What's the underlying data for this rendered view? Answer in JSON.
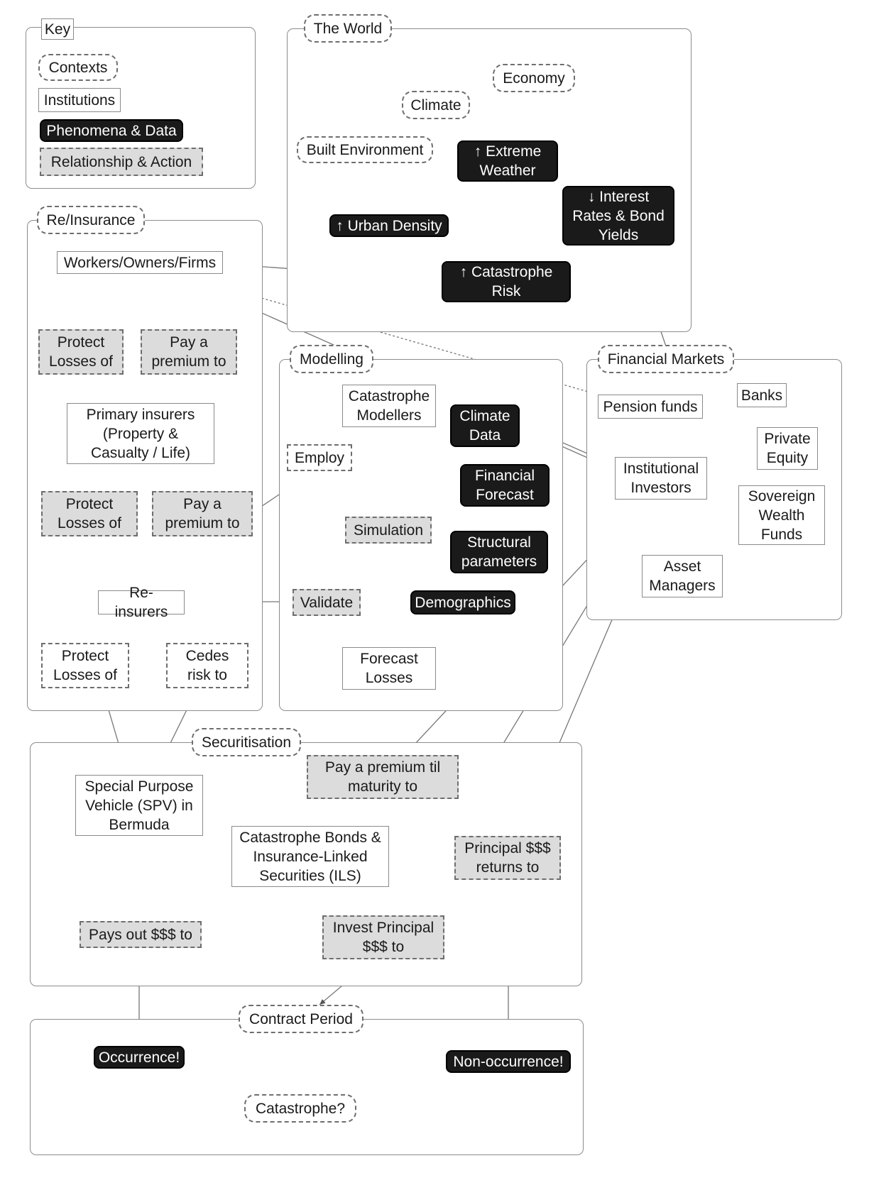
{
  "key": {
    "title": "Key",
    "contexts": "Contexts",
    "institutions": "Institutions",
    "phenomena": "Phenomena & Data",
    "relationship": "Relationship & Action"
  },
  "world": {
    "title": "The World",
    "economy": "Economy",
    "climate": "Climate",
    "built_environment": "Built Environment",
    "extreme_weather": "↑ Extreme\nWeather",
    "urban_density": "↑ Urban Density",
    "interest_rates": "↓ Interest\nRates & Bond\nYields",
    "catastrophe_risk": "↑ Catastrophe\nRisk"
  },
  "reinsurance": {
    "title": "Re/Insurance",
    "workers": "Workers/Owners/Firms",
    "protect_losses_1": "Protect\nLosses of",
    "pay_premium_1": "Pay a\npremium to",
    "primary_insurers": "Primary insurers\n(Property &\nCasualty / Life)",
    "protect_losses_2": "Protect\nLosses of",
    "pay_premium_2": "Pay a\npremium to",
    "reinsurers": "Re-insurers",
    "protect_losses_3": "Protect\nLosses of",
    "cedes_risk": "Cedes\nrisk to"
  },
  "modelling": {
    "title": "Modelling",
    "cat_modellers": "Catastrophe\nModellers",
    "climate_data": "Climate\nData",
    "employ": "Employ",
    "financial_forecast": "Financial\nForecast",
    "simulation": "Simulation",
    "structural": "Structural\nparameters",
    "validate": "Validate",
    "demographics": "Demographics",
    "forecast_losses": "Forecast\nLosses"
  },
  "financial": {
    "title": "Financial Markets",
    "pension": "Pension funds",
    "banks": "Banks",
    "private_equity": "Private\nEquity",
    "institutional": "Institutional\nInvestors",
    "sovereign": "Sovereign\nWealth\nFunds",
    "asset_managers": "Asset\nManagers"
  },
  "securitisation": {
    "title": "Securitisation",
    "spv": "Special Purpose\nVehicle (SPV) in\nBermuda",
    "pay_premium_til": "Pay a premium til\nmaturity to",
    "cat_bonds": "Catastrophe Bonds &\nInsurance-Linked\nSecurities (ILS)",
    "principal_returns": "Principal $$$\nreturns to",
    "pays_out": "Pays out $$$ to",
    "invest_principal": "Invest Principal\n$$$ to"
  },
  "contract": {
    "title": "Contract Period",
    "occurrence": "Occurrence!",
    "non_occurrence": "Non-occurrence!",
    "catastrophe_q": "Catastrophe?"
  }
}
